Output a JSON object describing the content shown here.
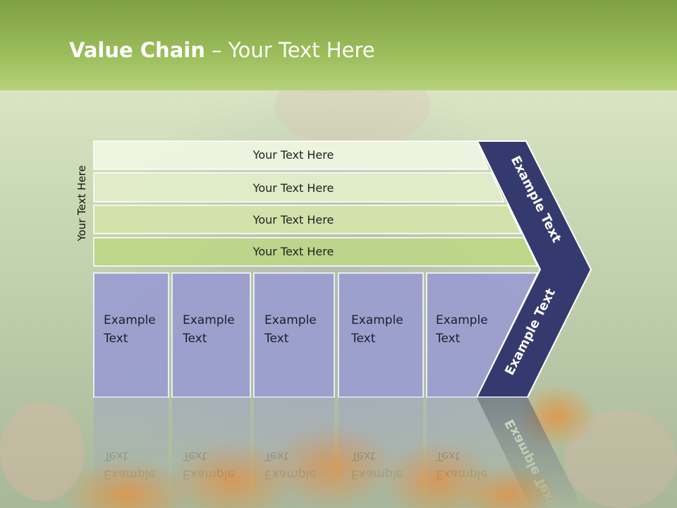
{
  "title": {
    "bold": "Value Chain",
    "rest": " – Your Text Here"
  },
  "side_label": "Your Text Here",
  "bars": [
    {
      "label": "Your Text Here"
    },
    {
      "label": "Your Text Here"
    },
    {
      "label": "Your Text Here"
    },
    {
      "label": "Your Text Here"
    }
  ],
  "cells": [
    {
      "line1": "Example",
      "line2": "Text"
    },
    {
      "line1": "Example",
      "line2": "Text"
    },
    {
      "line1": "Example",
      "line2": "Text"
    },
    {
      "line1": "Example",
      "line2": "Text"
    },
    {
      "line1": "Example",
      "line2": "Text"
    }
  ],
  "chevron": {
    "upper": "Example Text",
    "lower": "Example Text"
  },
  "colors": {
    "header_green": "#8fb24c",
    "bar_fills": [
      "#eef4e0",
      "#e2ecc9",
      "#d4e3ab",
      "#bcd688"
    ],
    "cell_fill": "#9b9ecf",
    "chevron_fill": "#353a6e"
  }
}
